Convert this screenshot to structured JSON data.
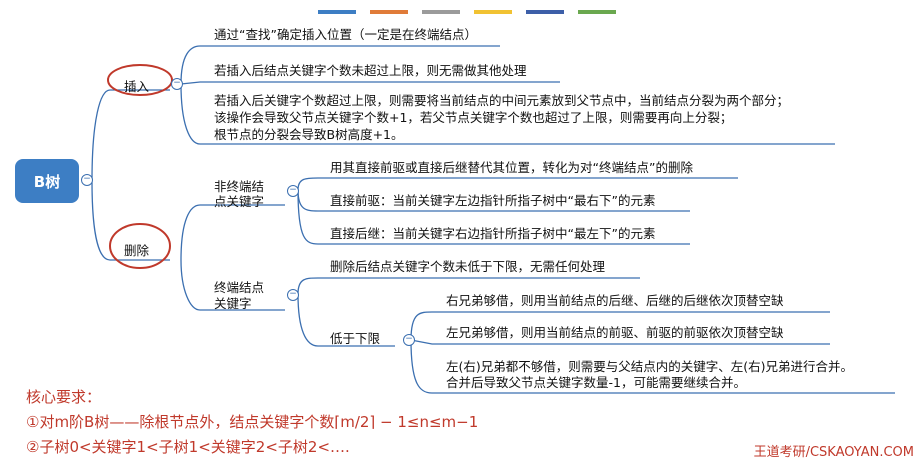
{
  "header_colors": [
    "#3d7ec4",
    "#e07b39",
    "#9b9b9b",
    "#f1c232",
    "#3d5fa8",
    "#6aa84f"
  ],
  "root": "B树",
  "insert": {
    "label": "插入",
    "items": [
      "通过“查找”确定插入位置（一定是在终端结点）",
      "若插入后结点关键字个数未超过上限，则无需做其他处理",
      "若插入后关键字个数超过上限，则需要将当前结点的中间元素放到父节点中，当前结点分裂为两个部分；",
      "该操作会导致父节点关键字个数+1，若父节点关键字个数也超过了上限，则需要再向上分裂；",
      "根节点的分裂会导致B树高度+1。"
    ]
  },
  "delete": {
    "label": "删除",
    "nonleaf": {
      "label_line1": "非终端结",
      "label_line2": "点关键字",
      "items": [
        "用其直接前驱或直接后继替代其位置，转化为对“终端结点”的删除",
        "直接前驱：当前关键字左边指针所指子树中“最右下”的元素",
        "直接后继：当前关键字右边指针所指子树中“最左下”的元素"
      ]
    },
    "leaf": {
      "label_line1": "终端结点",
      "label_line2": "关键字",
      "items": [
        "删除后结点关键字个数未低于下限，无需任何处理"
      ],
      "below": {
        "label": "低于下限",
        "items": [
          "右兄弟够借，则用当前结点的后继、后继的后继依次顶替空缺",
          "左兄弟够借，则用当前结点的前驱、前驱的前驱依次顶替空缺",
          "左(右)兄弟都不够借，则需要与父结点内的关键字、左(右)兄弟进行合并。",
          "合并后导致父节点关键字数量-1，可能需要继续合并。"
        ]
      }
    }
  },
  "requirements": {
    "title": "核心要求：",
    "line1": "①对m阶B树——除根节点外，结点关键字个数⌈m/2⌉ − 1≤n≤m−1",
    "line2": "②子树0<关键字1<子树1<关键字2<子树2<…."
  },
  "watermark": "王道考研/CSKAOYAN.COM",
  "toggle_symbol": "−"
}
